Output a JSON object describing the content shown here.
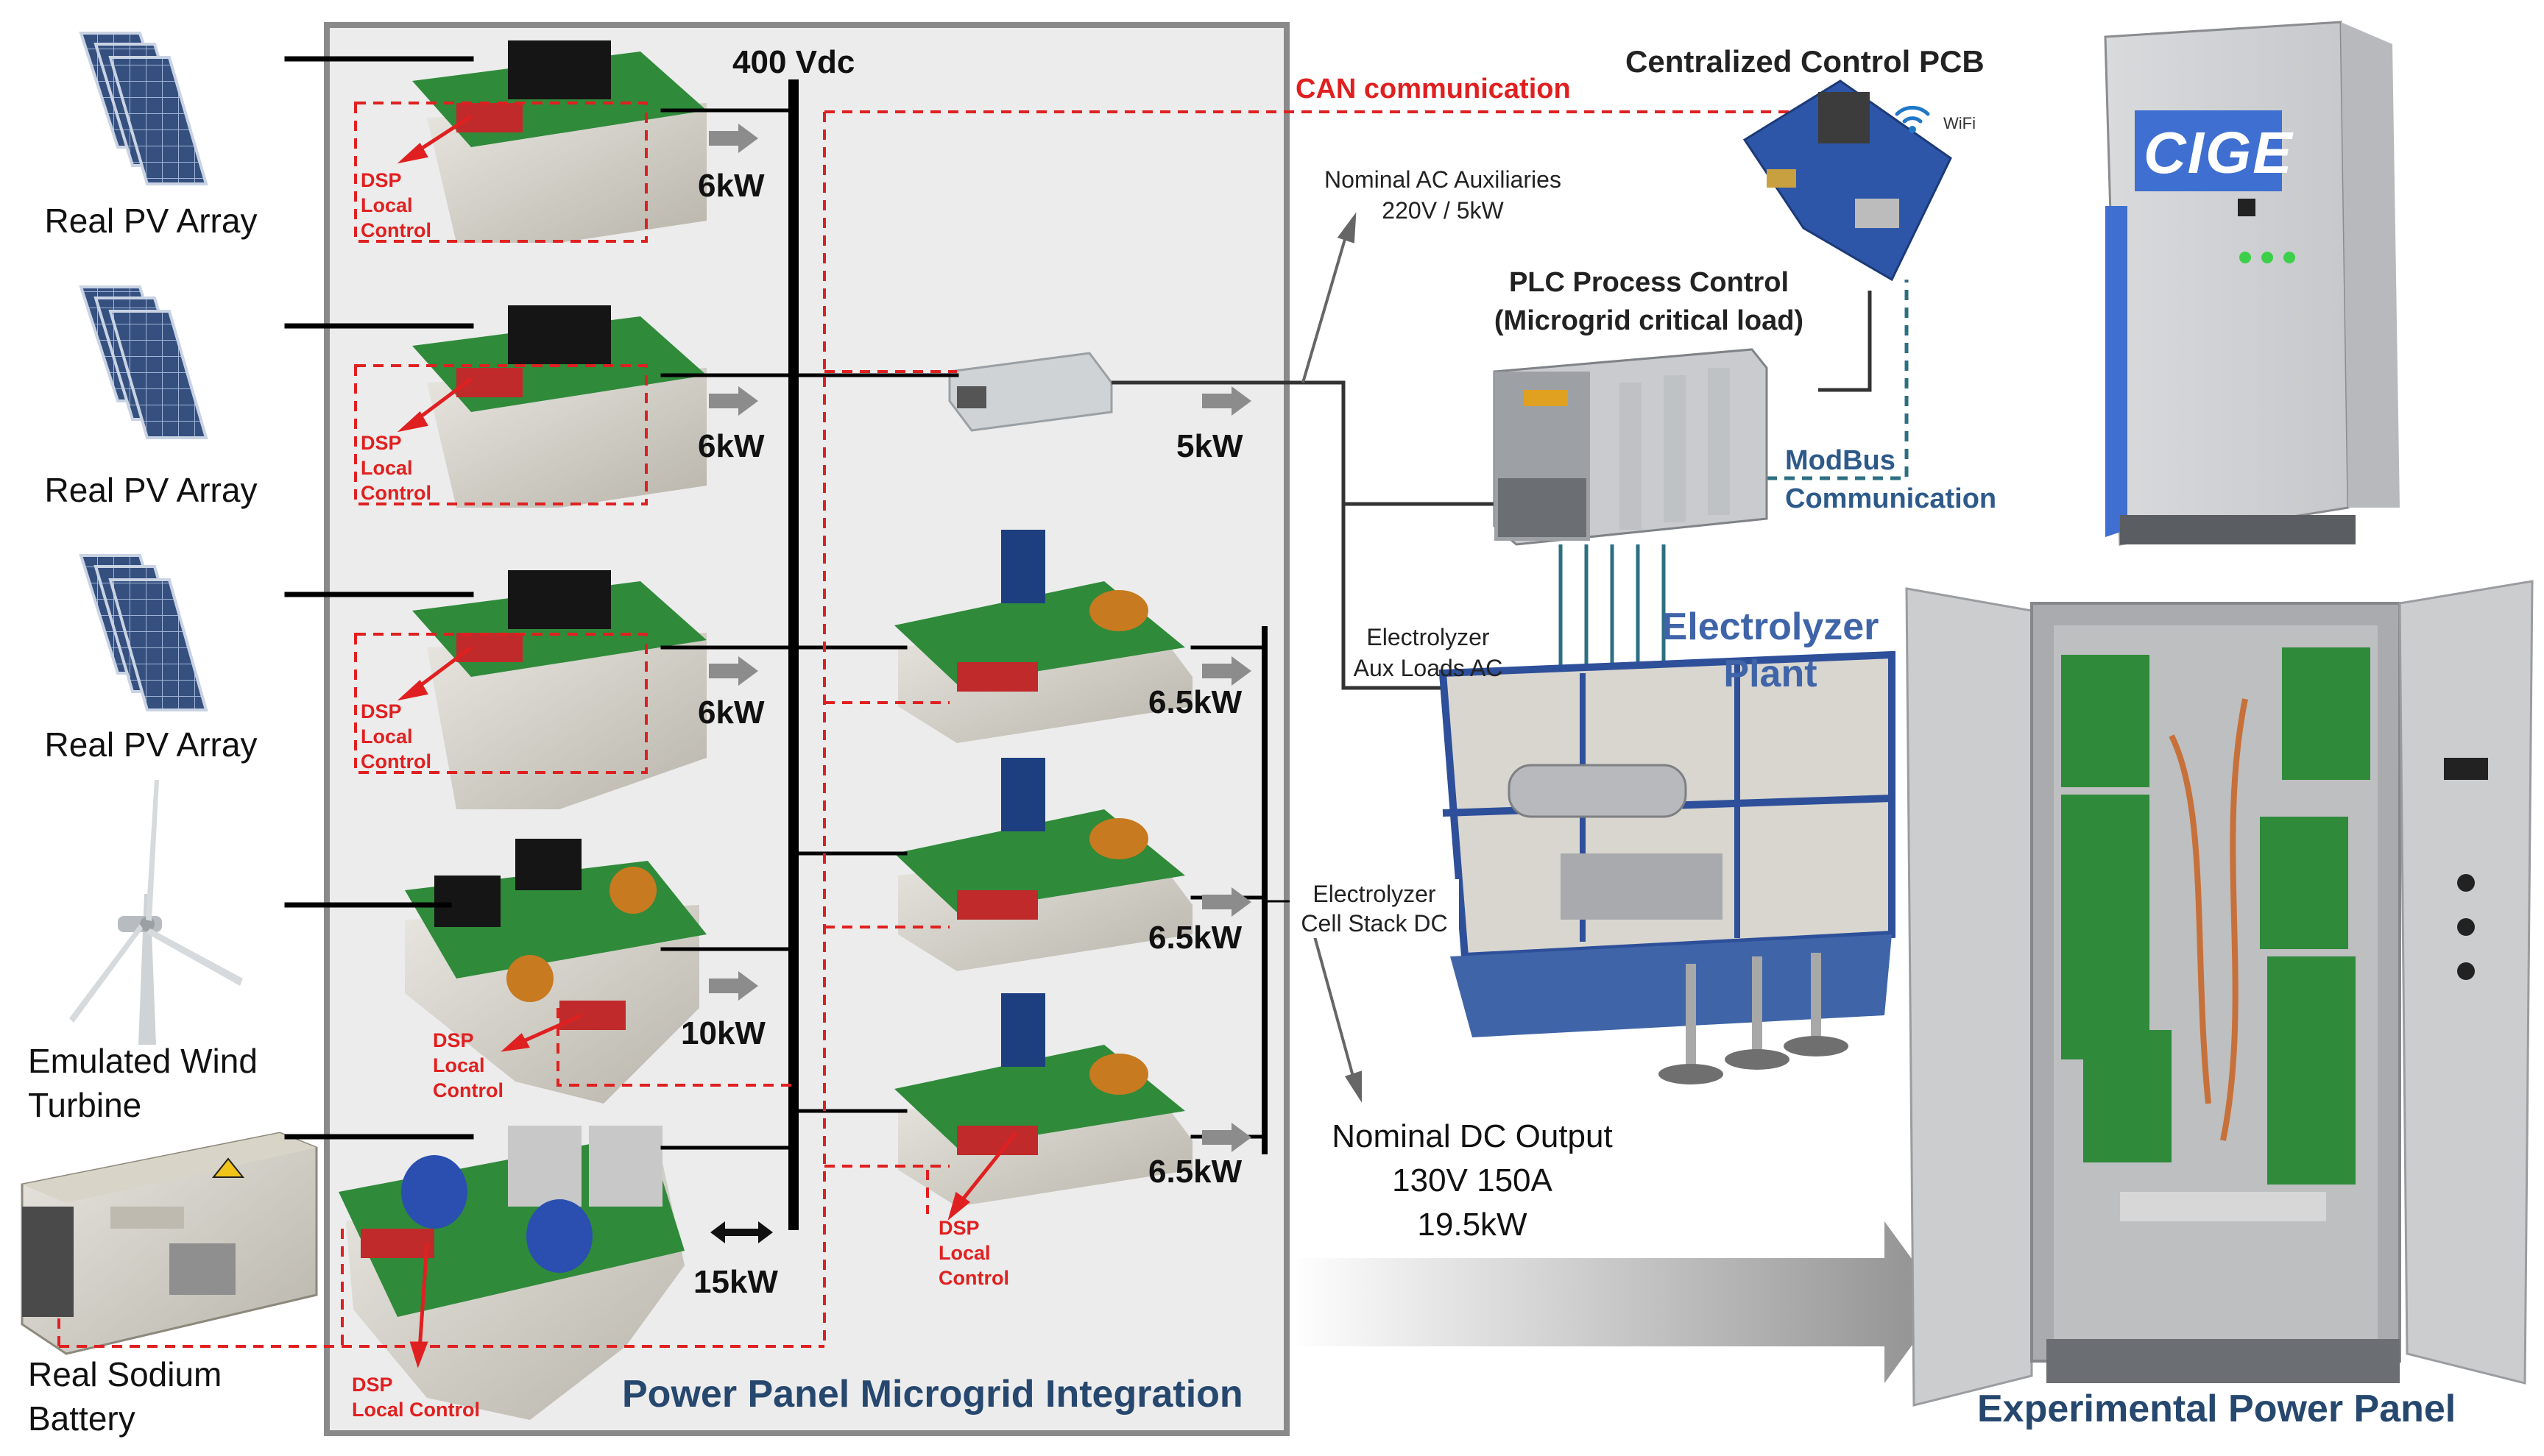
{
  "colors": {
    "bus": "#000000",
    "can_line": "#e02020",
    "modbus_line": "#2d6f82",
    "panel_border": "#8a8a8a",
    "panel_fill": "#ececec",
    "arrow_gray": "#8c8c8c",
    "plant_blue": "#3f64a8",
    "cabinet_blue": "#3f6fd0"
  },
  "icons": [
    "solar-panel-icon",
    "wind-turbine-icon",
    "battery-icon",
    "converter-board-icon",
    "power-supply-icon",
    "plc-icon",
    "control-pcb-icon",
    "wifi-icon",
    "electrolyzer-icon",
    "cabinet-icon"
  ],
  "sources": [
    {
      "label": "Real PV Array"
    },
    {
      "label": "Real PV Array"
    },
    {
      "label": "Real PV Array"
    },
    {
      "label": "Emulated Wind\nTurbine"
    },
    {
      "label": "Real Sodium\nBattery"
    }
  ],
  "bus_label": "400 Vdc",
  "dsp": {
    "local_control": "DSP\nLocal\nControl",
    "local_control_inline": "DSP\nLocal Control"
  },
  "power": {
    "pv1": "6kW",
    "pv2": "6kW",
    "pv3": "6kW",
    "wind": "10kW",
    "battery": "15kW",
    "aux_supply": "5kW",
    "stack1": "6.5kW",
    "stack2": "6.5kW",
    "stack3": "6.5kW"
  },
  "labels": {
    "can": "CAN communication",
    "pcb": "Centralized Control PCB",
    "wifi": "WiFi",
    "ac_aux": "Nominal AC Auxiliaries\n220V / 5kW",
    "plc": "PLC Process Control\n(Microgrid critical load)",
    "modbus": "ModBus\nCommunication",
    "electrolyzer_plant": "Electrolyzer\nPlant",
    "aux_loads": "Electrolyzer\nAux Loads AC",
    "cell_stack": "Electrolyzer\nCell Stack DC",
    "dc_output": "Nominal DC Output\n130V 150A\n19.5kW",
    "panel_title": "Power Panel Microgrid Integration",
    "experimental": "Experimental Power Panel",
    "cabinet_logo": "CIGE"
  }
}
